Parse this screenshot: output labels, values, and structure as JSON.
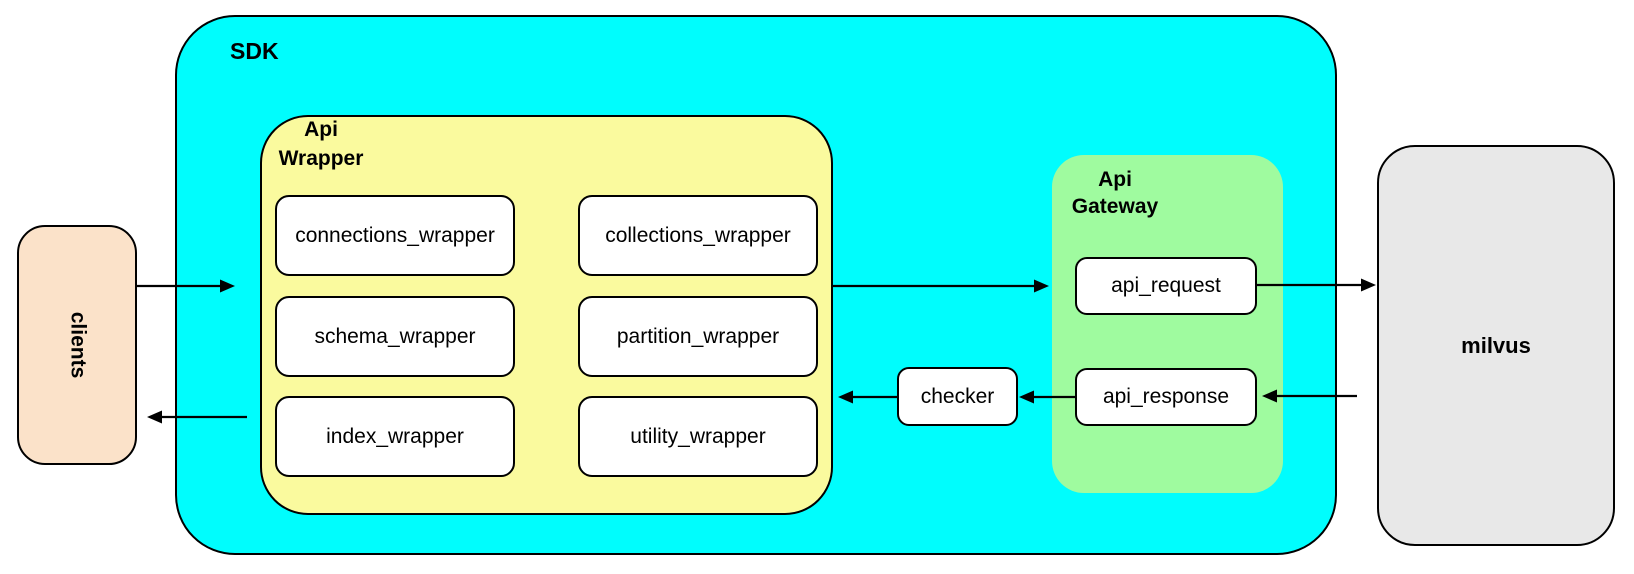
{
  "diagram": {
    "clients": {
      "label": "clients"
    },
    "sdk": {
      "label": "SDK"
    },
    "api_wrapper": {
      "label": "Api Wrapper",
      "modules": [
        "connections_wrapper",
        "collections_wrapper",
        "schema_wrapper",
        "partition_wrapper",
        "index_wrapper",
        "utility_wrapper"
      ]
    },
    "checker": {
      "label": "checker"
    },
    "api_gateway": {
      "label": "Api Gateway",
      "request_label": "api_request",
      "response_label": "api_response"
    },
    "milvus": {
      "label": "milvus"
    },
    "arrows": [
      {
        "from": "clients",
        "to": "sdk"
      },
      {
        "from": "api_wrapper",
        "to": "api_gateway"
      },
      {
        "from": "api_request",
        "to": "milvus"
      },
      {
        "from": "milvus",
        "to": "api_response"
      },
      {
        "from": "api_response",
        "to": "checker"
      },
      {
        "from": "checker",
        "to": "api_wrapper"
      },
      {
        "from": "sdk",
        "to": "clients"
      }
    ],
    "colors": {
      "sdk_fill": "#00FDFD",
      "api_wrapper_fill": "#FAFA9E",
      "api_gateway_fill": "#9FFB9F",
      "clients_fill": "#FBE2C9",
      "milvus_fill": "#E8E8E8",
      "module_fill": "#FFFFFF",
      "border": "#000000"
    }
  }
}
